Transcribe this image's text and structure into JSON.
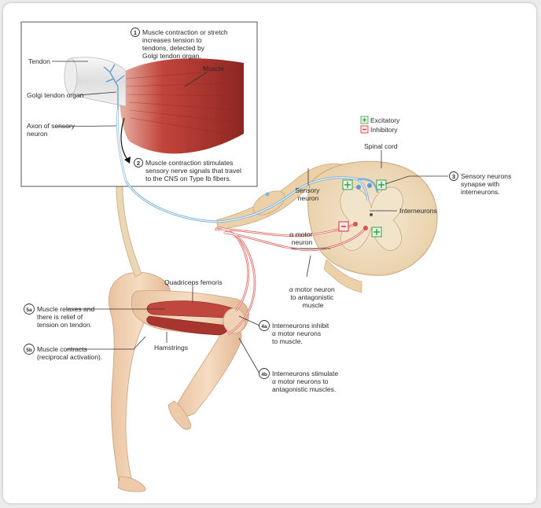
{
  "inset": {
    "tendon": "Tendon",
    "muscle": "Muscle",
    "golgi_tendon_organ": "Golgi tendon organ",
    "axon_sensory_neuron": [
      "Axon of sensory",
      "neuron"
    ]
  },
  "steps": {
    "s1": {
      "num": "1",
      "lines": [
        "Muscle contraction or stretch",
        "increases tension to",
        "tendons, detected by",
        "Golgi tendon organ."
      ]
    },
    "s2": {
      "num": "2",
      "lines": [
        "Muscle contraction stimulates",
        "sensory nerve signals that travel",
        "to the CNS on Type Ib fibers."
      ]
    },
    "s3": {
      "num": "3",
      "lines": [
        "Sensory neurons",
        "synapse with",
        "interneurons."
      ]
    },
    "s4a": {
      "num": "4a",
      "lines": [
        "Interneurons inhibit",
        "α motor neurons",
        "to muscle."
      ]
    },
    "s4b": {
      "num": "4b",
      "lines": [
        "Interneurons stimulate",
        "α motor neurons to",
        "antagonistic muscles."
      ]
    },
    "s5a": {
      "num": "5a",
      "lines": [
        "Muscle relaxes and",
        "there is relief of",
        "tension on tendon."
      ]
    },
    "s5b": {
      "num": "5b",
      "lines": [
        "Muscle contracts",
        "(reciprocal activation)."
      ]
    }
  },
  "legend": {
    "excitatory": "Excitatory",
    "inhibitory": "Inhibitory"
  },
  "labels": {
    "spinal_cord": "Spinal cord",
    "sensory_neuron": [
      "Sensory",
      "neuron"
    ],
    "interneurons": "Interneurons",
    "alpha_motor_neuron": [
      "α motor",
      "neuron"
    ],
    "alpha_motor_antagonistic": [
      "α motor neuron",
      "to antagonistic",
      "muscle"
    ],
    "quadriceps": "Quadriceps femoris",
    "hamstrings": "Hamstrings"
  },
  "colors": {
    "sensory_fiber": "#7fb3d8",
    "motor_fiber": "#d9534f",
    "nerve_tan": "#e8c89a",
    "muscle_red": "#b83a34",
    "skin": "#f2d5b8",
    "excitatory_green": "#3aa04a",
    "inhibitory_red": "#d4323a"
  }
}
